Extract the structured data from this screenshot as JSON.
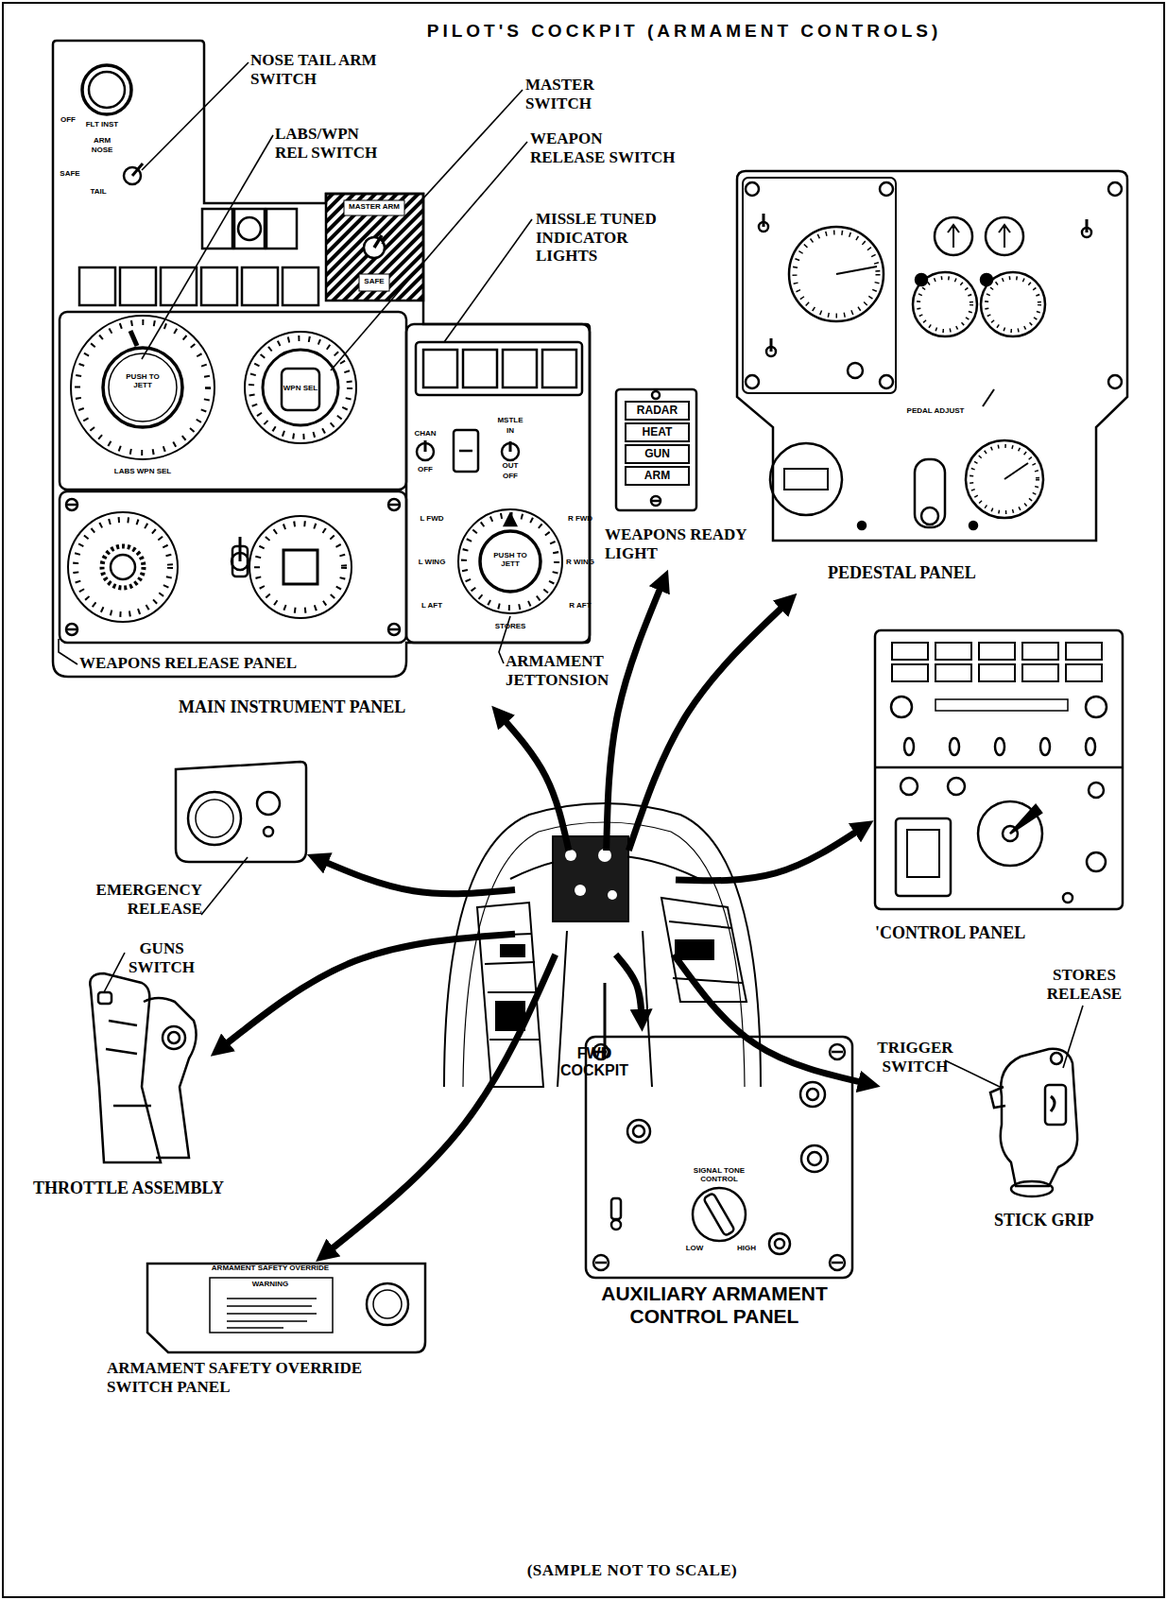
{
  "diagram": {
    "title": "PILOT'S COCKPIT (ARMAMENT CONTROLS)",
    "caption": "(SAMPLE NOT TO SCALE)",
    "nodes": [
      {
        "text": [
          "MAIN INSTRUMENT PANEL"
        ]
      },
      {
        "text": [
          "WEAPONS READY LIGHT"
        ]
      },
      {
        "text": [
          "RADAR"
        ],
        "in": 1
      },
      {
        "text": [
          "HEAT"
        ],
        "in": 1
      },
      {
        "text": [
          "GUN"
        ],
        "in": 1
      },
      {
        "text": [
          "ARM"
        ],
        "in": 1
      },
      {
        "text": [
          "PEDESTAL PANEL"
        ]
      },
      {
        "text": [
          "EMERGENCY RELEASE"
        ]
      },
      {
        "text": [
          "FWD COCKPIT"
        ]
      },
      {
        "text": [
          "'CONTROL PANEL"
        ]
      },
      {
        "text": [
          "THROTTLE ASSEMBLY"
        ]
      },
      {
        "text": [
          "STICK GRIP"
        ]
      },
      {
        "text": [
          "AUXILIARY ARMAMENT CONTROL PANEL"
        ]
      },
      {
        "text": [
          "ARMAMENT SAFETY OVERRIDE SWITCH PANEL"
        ]
      }
    ],
    "edges": [
      {
        "from": 8,
        "to": 0,
        "arrow": "to"
      },
      {
        "from": 8,
        "to": 1,
        "arrow": "to"
      },
      {
        "from": 8,
        "to": 6,
        "arrow": "to"
      },
      {
        "from": 8,
        "to": 9,
        "arrow": "to"
      },
      {
        "from": 8,
        "to": 11,
        "arrow": "to"
      },
      {
        "from": 8,
        "to": 12,
        "arrow": "to"
      },
      {
        "from": 8,
        "to": 13,
        "arrow": "to"
      },
      {
        "from": 8,
        "to": 10,
        "arrow": "to"
      },
      {
        "from": 8,
        "to": 7,
        "arrow": "to"
      }
    ],
    "labels": [
      "NOSE TAIL ARM SWITCH",
      "OFF",
      "FLT INST",
      "ARM",
      "NOSE",
      "SAFE",
      "TAIL",
      "LABS/WPN REL SWITCH",
      "MASTER SWITCH",
      "MASTER ARM",
      "SAFE",
      "WEAPON RELEASE SWITCH",
      "MISSLE TUNED INDICATOR LIGHTS",
      "PUSH TO JETT",
      "LABS WPN SEL",
      "WPN SEL",
      "CHAN",
      "OFF",
      "MSTLE",
      "IN",
      "OUT",
      "OFF",
      "L FWD",
      "R FWD",
      "L WING",
      "R WING",
      "L AFT",
      "R AFT",
      "PUSH TO JETT",
      "STORES",
      "WEAPONS RELEASE PANEL",
      "ARMAMENT JETTONSION",
      "PEDAL ADJUST",
      "GUNS SWITCH",
      "TRIGGER SWITCH",
      "STORES RELEASE",
      "ARMAMENT SAFETY OVERRIDE",
      "WARNING",
      "SIGNAL TONE CONTROL",
      "LOW",
      "HIGH"
    ]
  }
}
